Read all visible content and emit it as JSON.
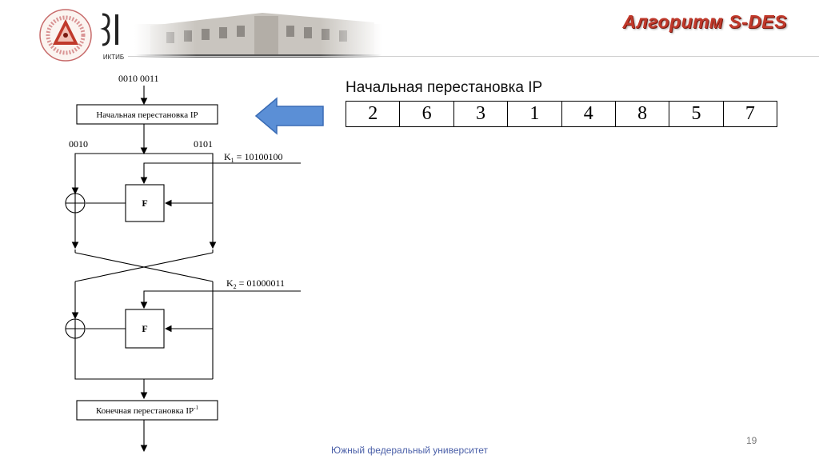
{
  "header": {
    "title": "Алгоритм S-DES",
    "logo_mark_text": "ИКТИБ"
  },
  "diagram": {
    "input_label": "0010 0011",
    "ip_box_label": "Начальная перестановка IP",
    "left_half": "0010",
    "right_half": "0101",
    "k1_label": "K",
    "k1_sub": "1",
    "k1_value": " = 10100100",
    "f_label_1": "F",
    "k2_label": "K",
    "k2_sub": "2",
    "k2_value": " = 01000011",
    "f_label_2": "F",
    "final_box_label": "Конечная перестановка IP",
    "final_box_sup": "-1"
  },
  "ip_table": {
    "title": "Начальная перестановка IP",
    "cells": [
      "2",
      "6",
      "3",
      "1",
      "4",
      "8",
      "5",
      "7"
    ]
  },
  "footer": {
    "university": "Южный федеральный университет",
    "page_number": "19"
  },
  "colors": {
    "title": "#c0392b",
    "arrow_fill": "#5b8fd6",
    "arrow_stroke": "#3a6cb5",
    "footer": "#4a5fa8"
  }
}
